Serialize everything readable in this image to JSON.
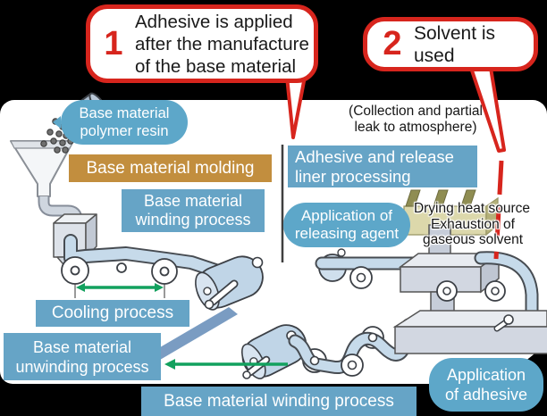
{
  "callout1": {
    "number": "1",
    "lines": [
      "Adhesive is applied",
      "after the manufacture",
      "of the base material"
    ]
  },
  "callout2": {
    "number": "2",
    "text": "Solvent is used"
  },
  "labels": {
    "polymer_resin_1": "Base material",
    "polymer_resin_2": "polymer resin",
    "molding": "Base material molding",
    "winding_1": "Base material",
    "winding_2": "winding process",
    "collection_1": "(Collection and partial",
    "collection_2": "leak to atmosphere)",
    "adhesive_liner_1": "Adhesive and release",
    "adhesive_liner_2": "liner processing",
    "releasing_agent_1": "Application of",
    "releasing_agent_2": "releasing agent",
    "drying": "Drying heat source",
    "exhaust_1": "Exhaustion of",
    "exhaust_2": "gaseous solvent",
    "cooling": "Cooling process",
    "unwinding_1": "Base material",
    "unwinding_2": "unwinding process",
    "winding_bottom": "Base material winding process",
    "app_adhesive_1": "Application",
    "app_adhesive_2": "of adhesive"
  },
  "colors": {
    "accent_red": "#d7251d",
    "process_box_blue": "#66a4c6",
    "process_box_orange": "#c28e3e",
    "bubble_blue": "#5da7c9",
    "arrow_green": "#12a15e",
    "film_blue": "#c6daea",
    "oven_khaki": "#dcd8ab",
    "background": "#000000",
    "panel": "#ffffff"
  }
}
